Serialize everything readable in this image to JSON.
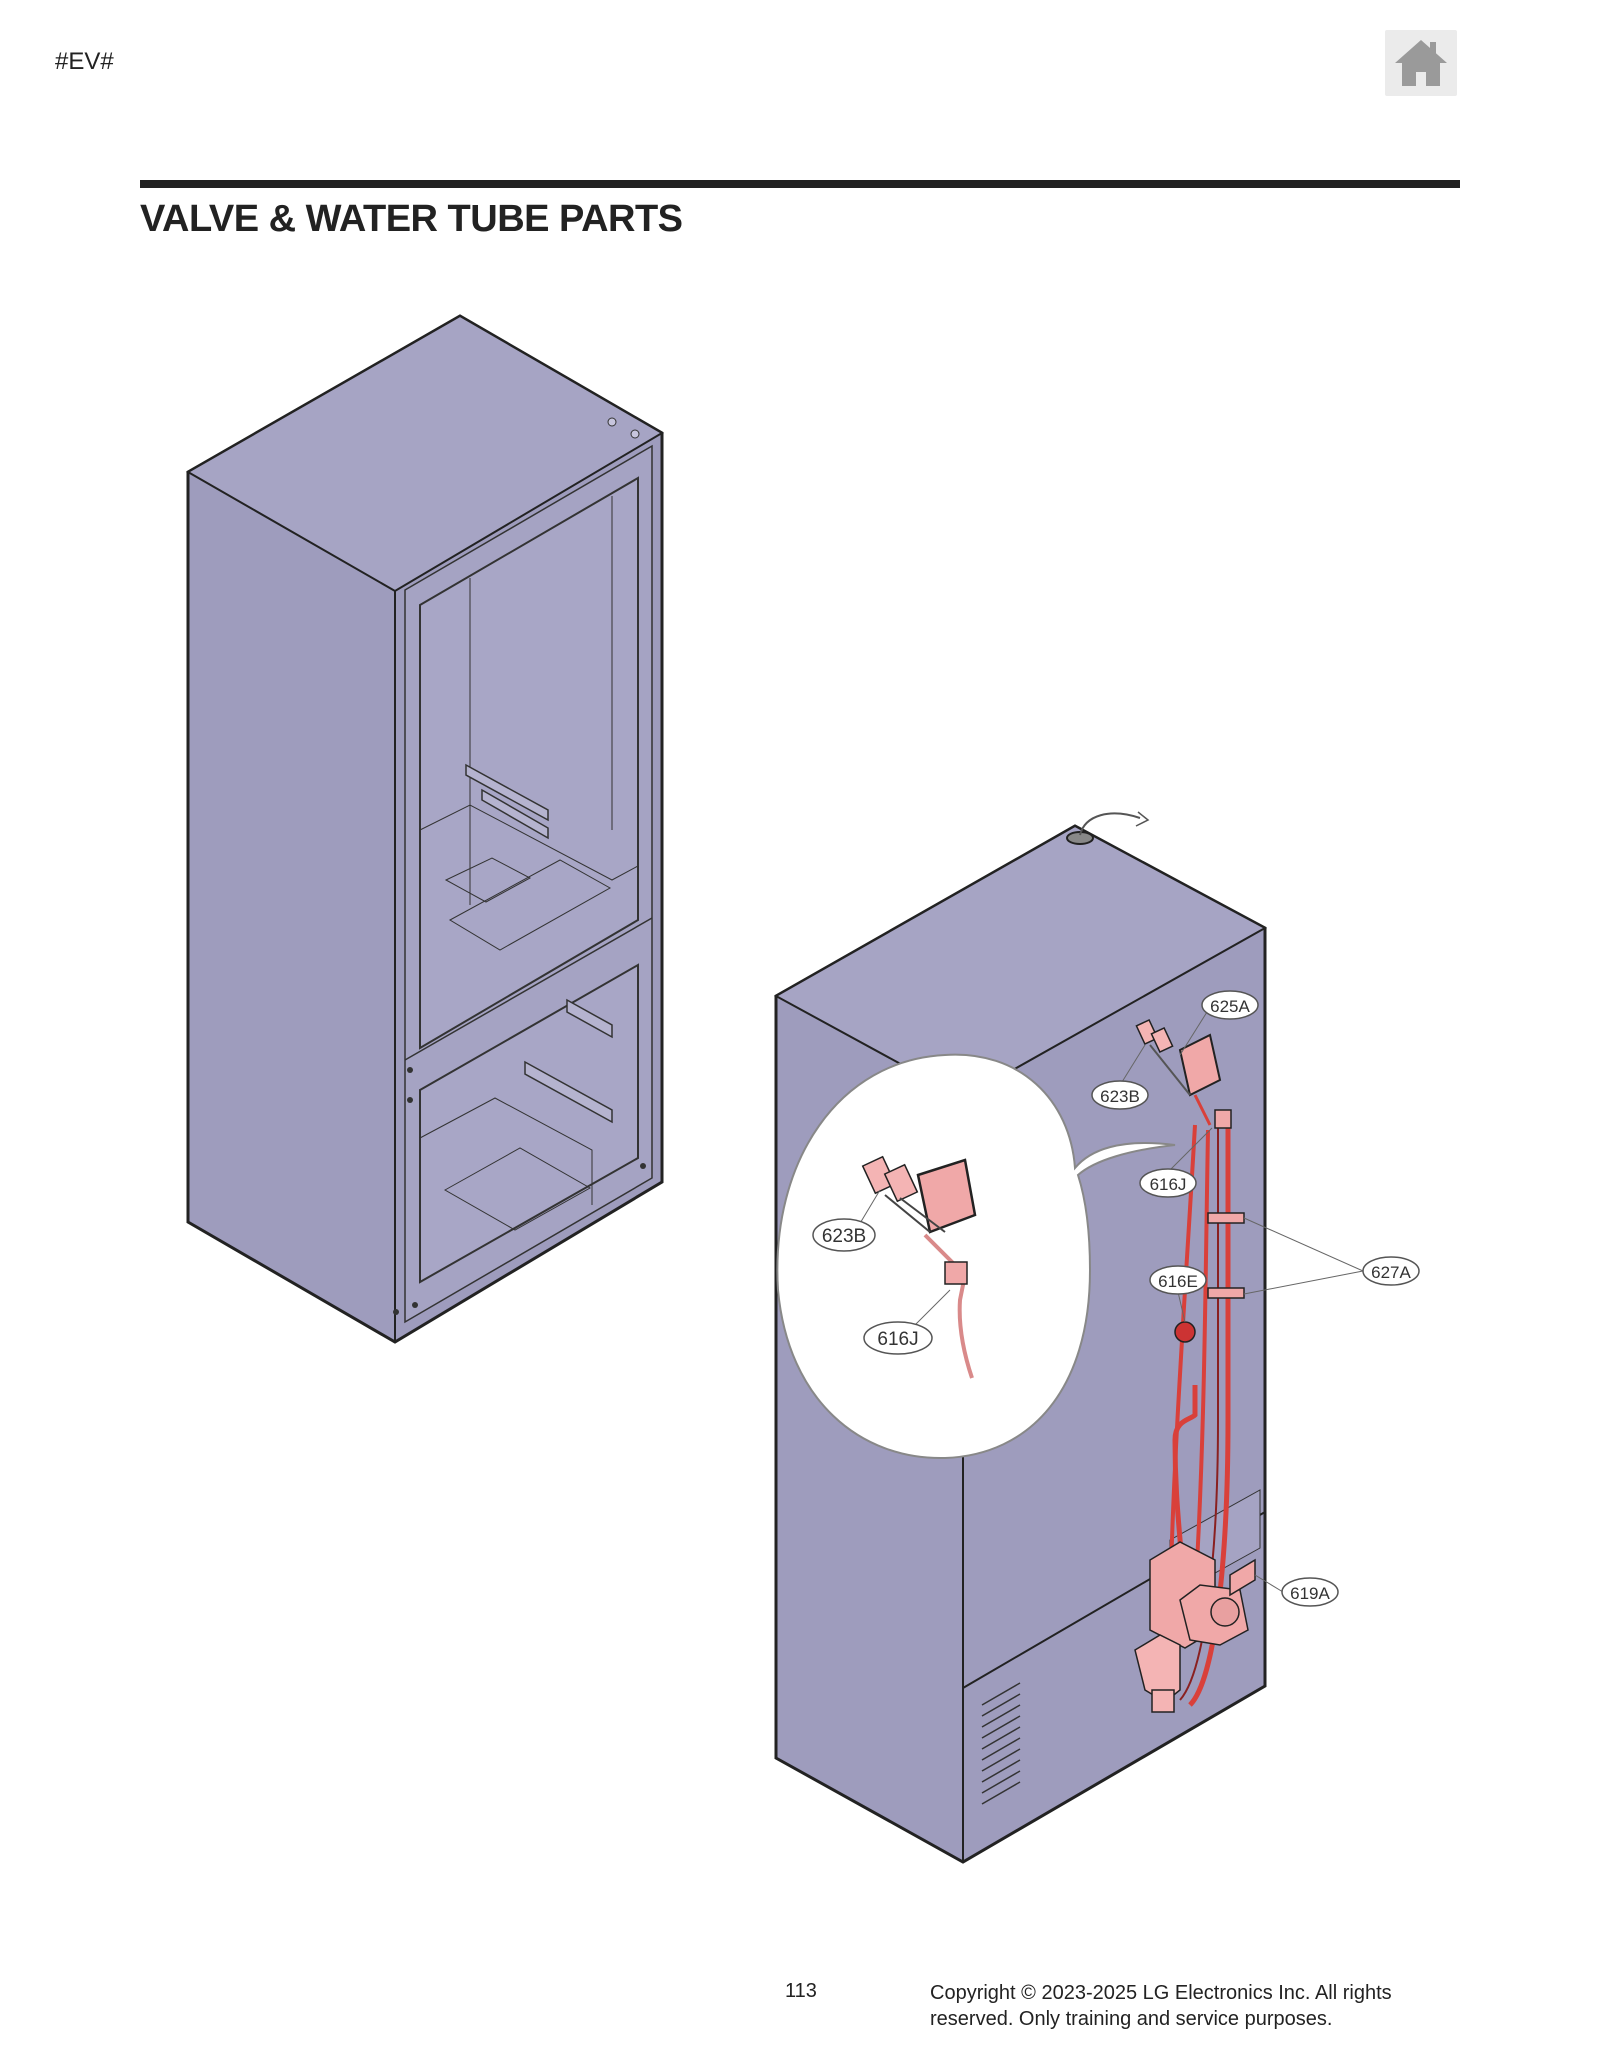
{
  "header": {
    "doc_code": "#EV#",
    "home_icon": "home-icon"
  },
  "title": "VALVE & WATER TUBE PARTS",
  "parts": {
    "p625A": "625A",
    "p623B": "623B",
    "p616J": "616J",
    "p627A": "627A",
    "p616E": "616E",
    "p619A": "619A",
    "zoom_623B": "623B",
    "zoom_616J": "616J"
  },
  "colors": {
    "cabinet": "#9e9cbd",
    "outline": "#222222",
    "part_fill": "#f0a8a8",
    "tube": "#d9403a"
  },
  "footer": {
    "page_number": "113",
    "copyright_line1": "Copyright © 2023-2025 LG Electronics Inc. All rights",
    "copyright_line2": "reserved. Only training and service purposes."
  }
}
